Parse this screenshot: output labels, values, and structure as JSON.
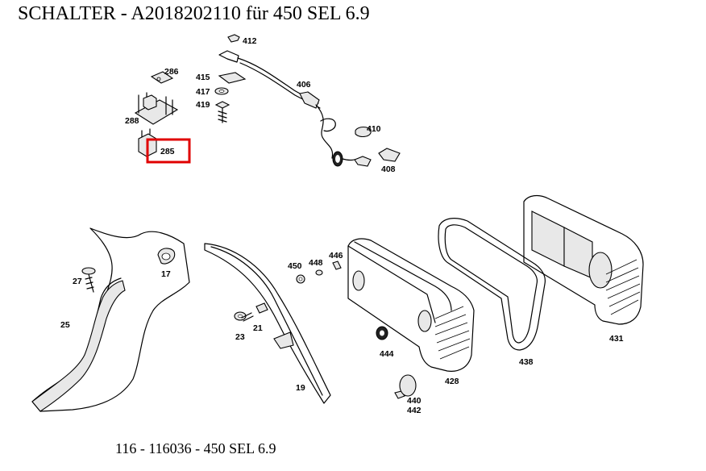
{
  "title": "SCHALTER  - A2018202110 für 450 SEL 6.9",
  "footer": "116 - 116036 - 450 SEL 6.9",
  "highlight_color": "#e00000",
  "highlighted_part": "285",
  "callouts": {
    "p412": "412",
    "p286": "286",
    "p415": "415",
    "p417": "417",
    "p419": "419",
    "p406": "406",
    "p288": "288",
    "p285": "285",
    "p410": "410",
    "p408": "408",
    "p27": "27",
    "p17": "17",
    "p25": "25",
    "p23": "23",
    "p21": "21",
    "p19": "19",
    "p450": "450",
    "p448": "448",
    "p446": "446",
    "p444": "444",
    "p428": "428",
    "p438": "438",
    "p431": "431",
    "p440": "440",
    "p442": "442"
  }
}
